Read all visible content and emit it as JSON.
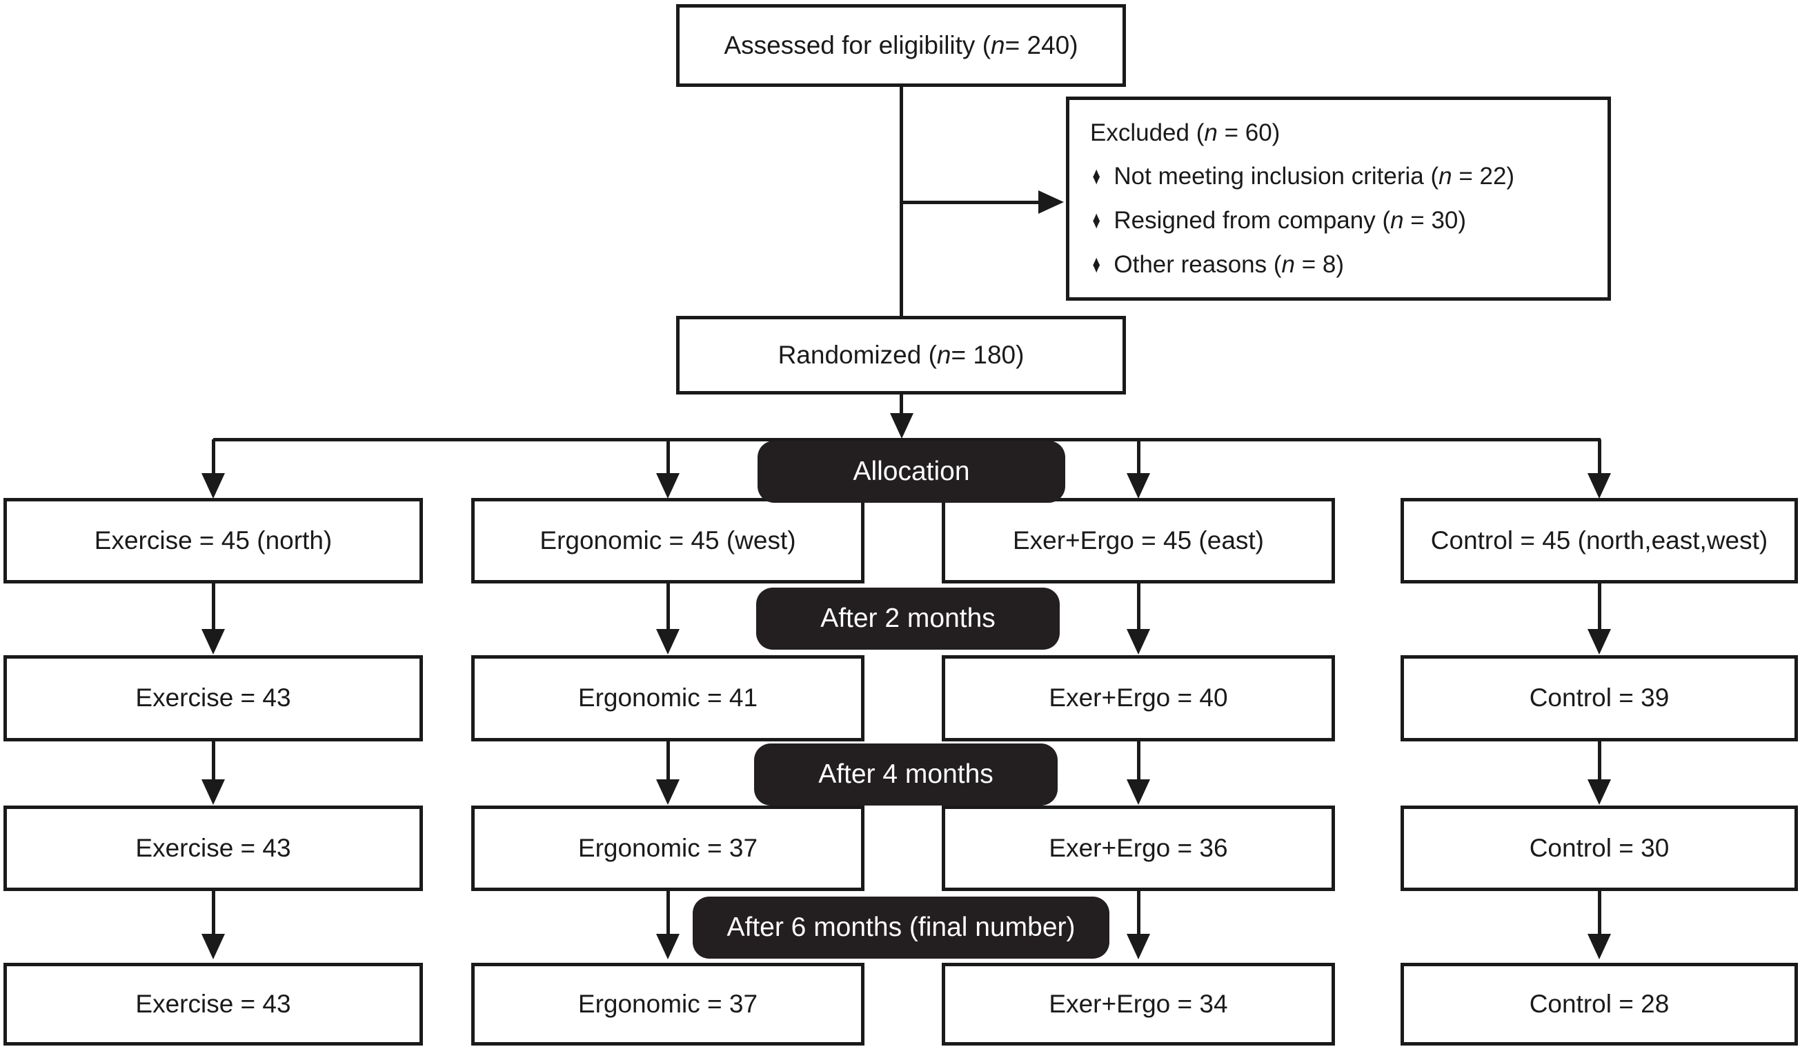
{
  "diagram": {
    "title_semantic": "Participant flow diagram",
    "assessed_label": "Assessed for eligibility (n = 240)",
    "excluded": {
      "title": "Excluded (n = 60)",
      "bullet_glyph": "♦",
      "items": [
        "Not meeting inclusion criteria (n = 22)",
        "Resigned from company (n = 30)",
        "Other reasons (n = 8)"
      ]
    },
    "randomized_label": "Randomized (n = 180)",
    "stages": [
      {
        "label": "Allocation"
      },
      {
        "label": "After 2 months"
      },
      {
        "label": "After 4 months"
      },
      {
        "label": "After 6 months (final number)"
      }
    ],
    "columns": [
      {
        "name": "exercise",
        "rows": [
          "Exercise = 45 (north)",
          "Exercise = 43",
          "Exercise = 43",
          "Exercise = 43"
        ]
      },
      {
        "name": "ergonomic",
        "rows": [
          "Ergonomic = 45 (west)",
          "Ergonomic = 41",
          "Ergonomic = 37",
          "Ergonomic = 37"
        ]
      },
      {
        "name": "exer-ergo",
        "rows": [
          "Exer+Ergo = 45 (east)",
          "Exer+Ergo = 40",
          "Exer+Ergo = 36",
          "Exer+Ergo = 34"
        ]
      },
      {
        "name": "control",
        "rows": [
          "Control = 45 (north,east,west)",
          "Control = 39",
          "Control = 30",
          "Control = 28"
        ]
      }
    ],
    "colors": {
      "ink": "#1a1a1a",
      "stage_bar_background": "#231f20",
      "stage_bar_text": "#ffffff",
      "box_background": "#ffffff"
    }
  }
}
